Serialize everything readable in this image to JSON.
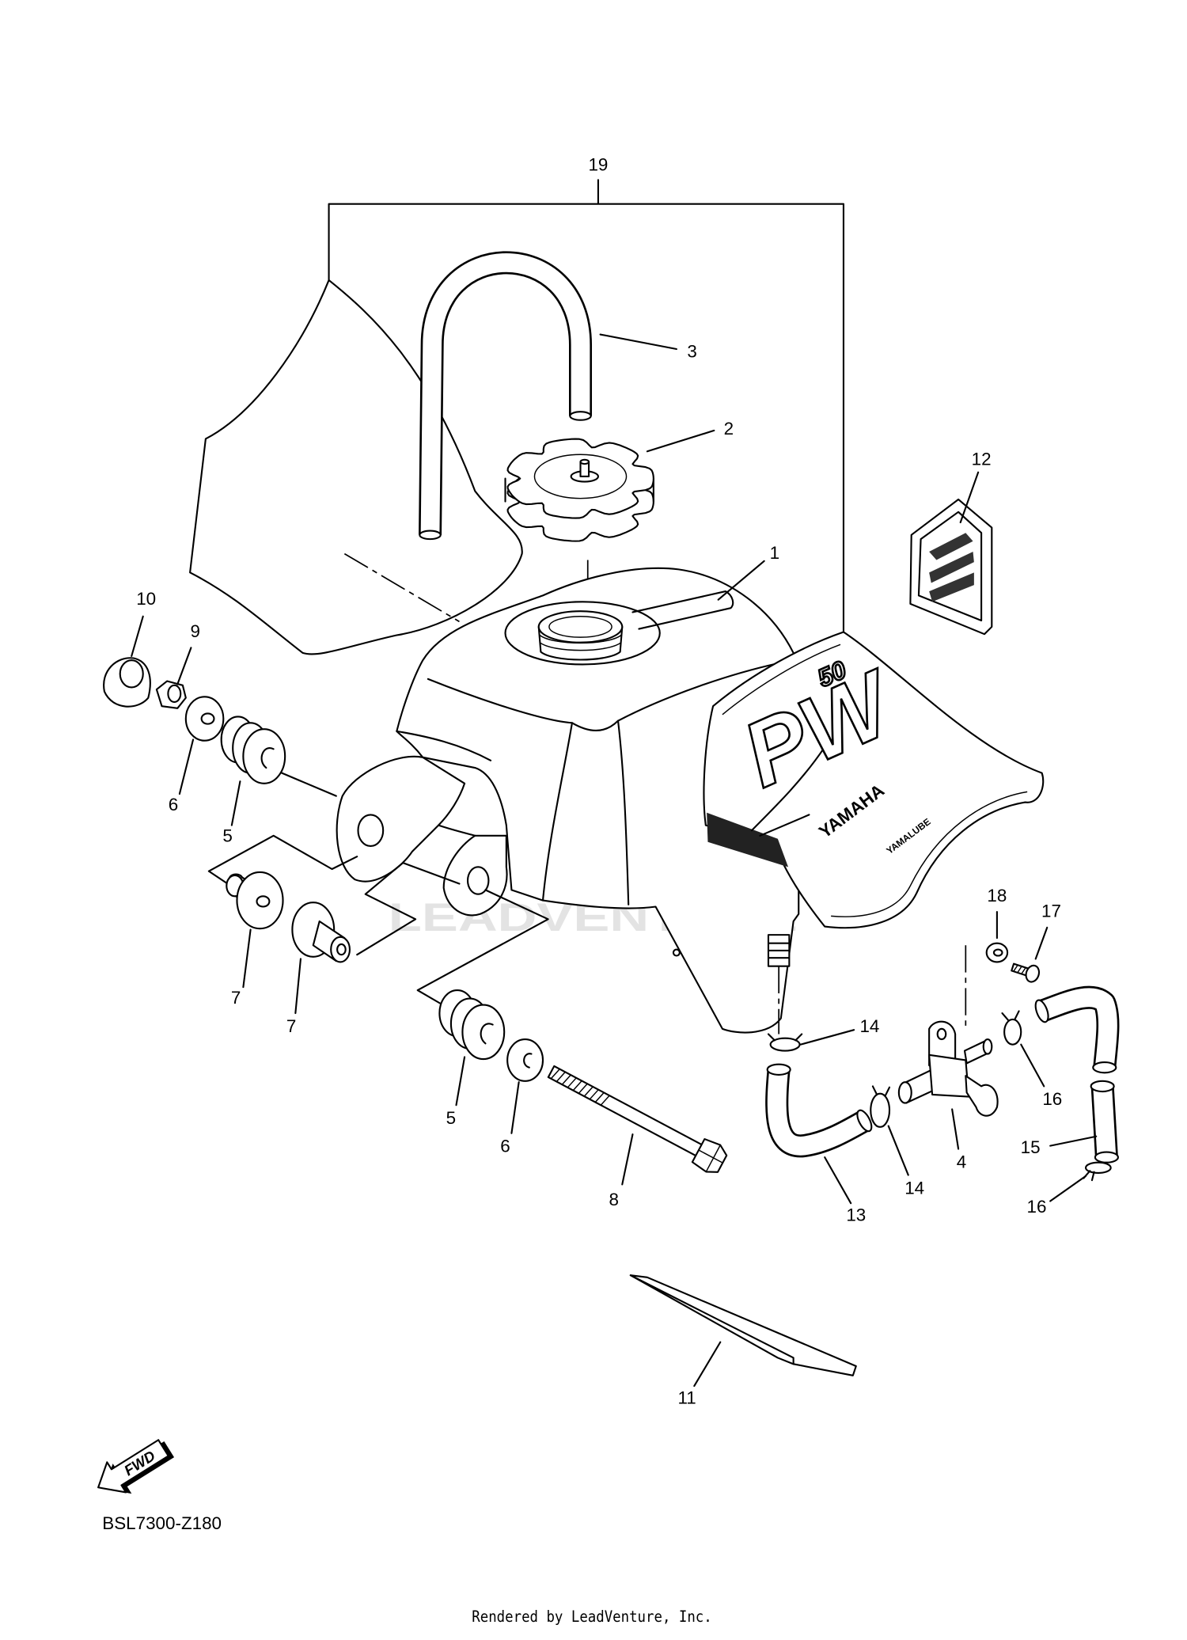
{
  "diagram": {
    "callouts": [
      "19",
      "3",
      "2",
      "12",
      "1",
      "10",
      "9",
      "6",
      "5",
      "7",
      "7",
      "18",
      "17",
      "14",
      "16",
      "5",
      "6",
      "15",
      "4",
      "14",
      "8",
      "16",
      "13",
      "11"
    ],
    "fwd_label": "FWD",
    "code": "BSL7300-Z180",
    "footer": "Rendered by LeadVenture, Inc.",
    "watermark": "LEADVENTURE",
    "decal": {
      "model": "PW",
      "model_size": "50",
      "brand": "YAMAHA",
      "oil_brand": "YAMALUBE"
    }
  },
  "icons": {
    "fwd": "fwd-arrow-icon"
  },
  "colors": {
    "line": "#000000",
    "background": "#ffffff",
    "watermark": "#e3e3e3"
  }
}
